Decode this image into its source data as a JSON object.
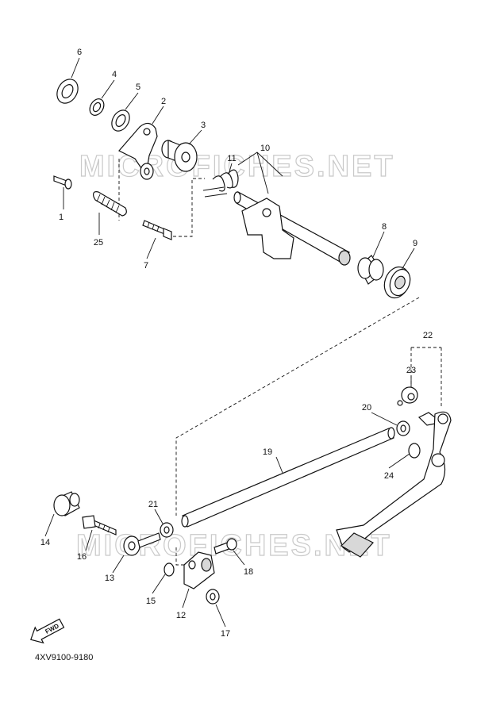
{
  "diagram": {
    "watermark": "MICROFICHES.NET",
    "part_code": "4XV9100-9180",
    "fwd_label": "FWD",
    "callouts": [
      "1",
      "2",
      "3",
      "4",
      "5",
      "6",
      "7",
      "8",
      "9",
      "10",
      "11",
      "12",
      "13",
      "14",
      "15",
      "16",
      "17",
      "18",
      "19",
      "20",
      "21",
      "22",
      "23",
      "24",
      "25"
    ]
  }
}
